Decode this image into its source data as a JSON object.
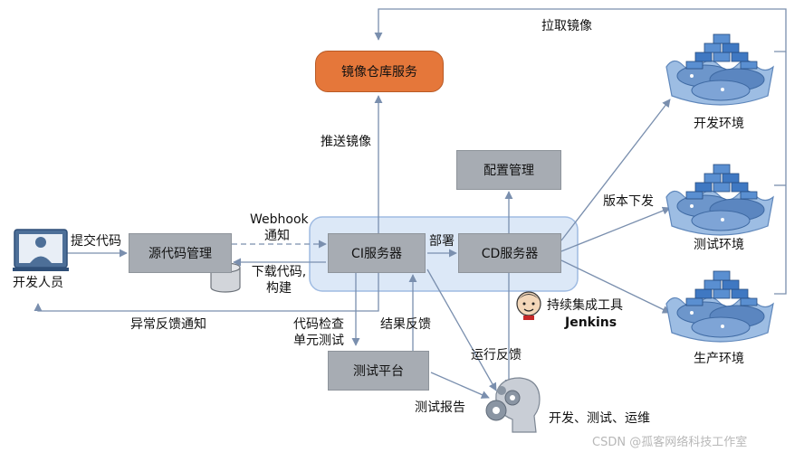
{
  "nodes": {
    "registry": "镜像仓库服务",
    "config": "配置管理",
    "scm": "源代码管理",
    "ci": "CI服务器",
    "cd": "CD服务器",
    "test_platform": "测试平台"
  },
  "actors": {
    "developer": "开发人员",
    "team": "开发、测试、运维",
    "jenkins_line1": "持续集成工具",
    "jenkins_line2": "Jenkins"
  },
  "environments": {
    "dev": "开发环境",
    "test": "测试环境",
    "prod": "生产环境"
  },
  "edges": {
    "pull_image": "拉取镜像",
    "push_image": "推送镜像",
    "commit_code": "提交代码",
    "webhook_line1": "Webhook",
    "webhook_line2": "通知",
    "download_line1": "下载代码,",
    "download_line2": "构建",
    "deploy": "部署",
    "release": "版本下发",
    "error_feedback": "异常反馈通知",
    "check_line1": "代码检查",
    "check_line2": "单元测试",
    "result_feedback": "结果反馈",
    "run_feedback": "运行反馈",
    "test_report": "测试报告"
  },
  "colors": {
    "line": "#7a8fae",
    "box_gray": "#a7acb3",
    "registry_orange": "#e5773a",
    "highlight_fill": "#dce8f7",
    "highlight_stroke": "#9fbbe2",
    "whale_blue": "#6d96cb"
  },
  "icons": {
    "developer": "developer-monitor-icon",
    "database": "database-icon",
    "jenkins": "jenkins-butler-icon",
    "team": "gear-head-icon",
    "whale": "whale-container-icon"
  },
  "watermark": "CSDN @孤客网络科技工作室"
}
